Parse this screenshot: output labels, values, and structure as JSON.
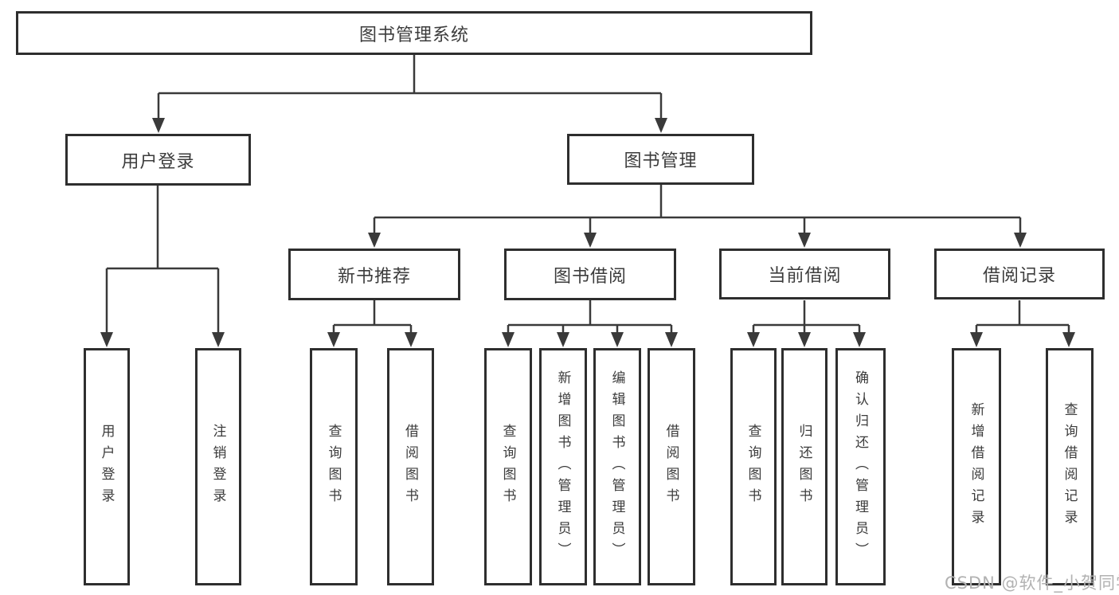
{
  "watermark": "CSDN @软件_小贺同学",
  "colors": {
    "line": "#3a3a3a",
    "box_border": "#2e2e2e",
    "box_fill": "#ffffff",
    "label_text": "#3c3c3c",
    "watermark_text": "#b2b2b2"
  },
  "tree": {
    "label": "图书管理系统",
    "children": [
      {
        "label": "用户登录",
        "children": [
          {
            "label": "用户登录"
          },
          {
            "label": "注销登录"
          }
        ]
      },
      {
        "label": "图书管理",
        "children": [
          {
            "label": "新书推荐",
            "children": [
              {
                "label": "查询图书"
              },
              {
                "label": "借阅图书"
              }
            ]
          },
          {
            "label": "图书借阅",
            "children": [
              {
                "label": "查询图书"
              },
              {
                "label": "新增图书（管理员）"
              },
              {
                "label": "编辑图书（管理员）"
              },
              {
                "label": "借阅图书"
              }
            ]
          },
          {
            "label": "当前借阅",
            "children": [
              {
                "label": "查询图书"
              },
              {
                "label": "归还图书"
              },
              {
                "label": "确认归还（管理员）"
              }
            ]
          },
          {
            "label": "借阅记录",
            "children": [
              {
                "label": "新增借阅记录"
              },
              {
                "label": "查询借阅记录"
              }
            ]
          }
        ]
      }
    ]
  }
}
